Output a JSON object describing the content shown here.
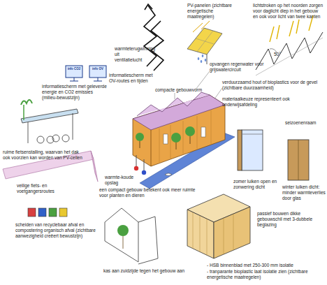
{
  "diagram": {
    "labels": [
      "PV-panelen (zichtbare energetische maatregelen)",
      "lichtstroken op het noorden zorgen voor daglicht diep in het gebouw en ook voor licht van twee kanten",
      "50°",
      "warmteterugwinning uit ventilatielucht",
      "info CO2",
      "info OV",
      "opvangen regenwater voor grijswatercircuit",
      "informatiescherm met OV-routes en tijden",
      "informatiescherm met geleverde energie en CO2 emissies (milieu-bewustzijn)",
      "verduurzaamd hout of bioplastics voor de gevel (zichtbare duurzaamheid)",
      "compacte gebouwvorm",
      "materiaalkeuze representeert ook onderwijsafdeling",
      "seizoenenraam",
      "ruime fietsenstalling, waarvan het dak ook voorzien kan worden van PV-cellen",
      "warmte-koude opslag",
      "een compact gebouw betekent ook meer ruimte voor planten en dieren",
      "zomer luiken open en zonwering dicht",
      "winter luiken dicht: minder warmteverlies door glas",
      "veilige fiets- en voetgangersroutes",
      "scheiden van recyclebaar afval en compostering organisch afval (zichtbare aanwezigheid creëert bewustzijn)",
      "passief bouwen dikke gebouwschil met 3-dubbele beglazing",
      "kas aan zuidzijde tegen het gebouw aan",
      "- HSB binnenblad met 250-300 mm isolatie",
      "- tranparante bioplastic laat isolatie zien (zichtbare energetische maatregelen)"
    ]
  }
}
